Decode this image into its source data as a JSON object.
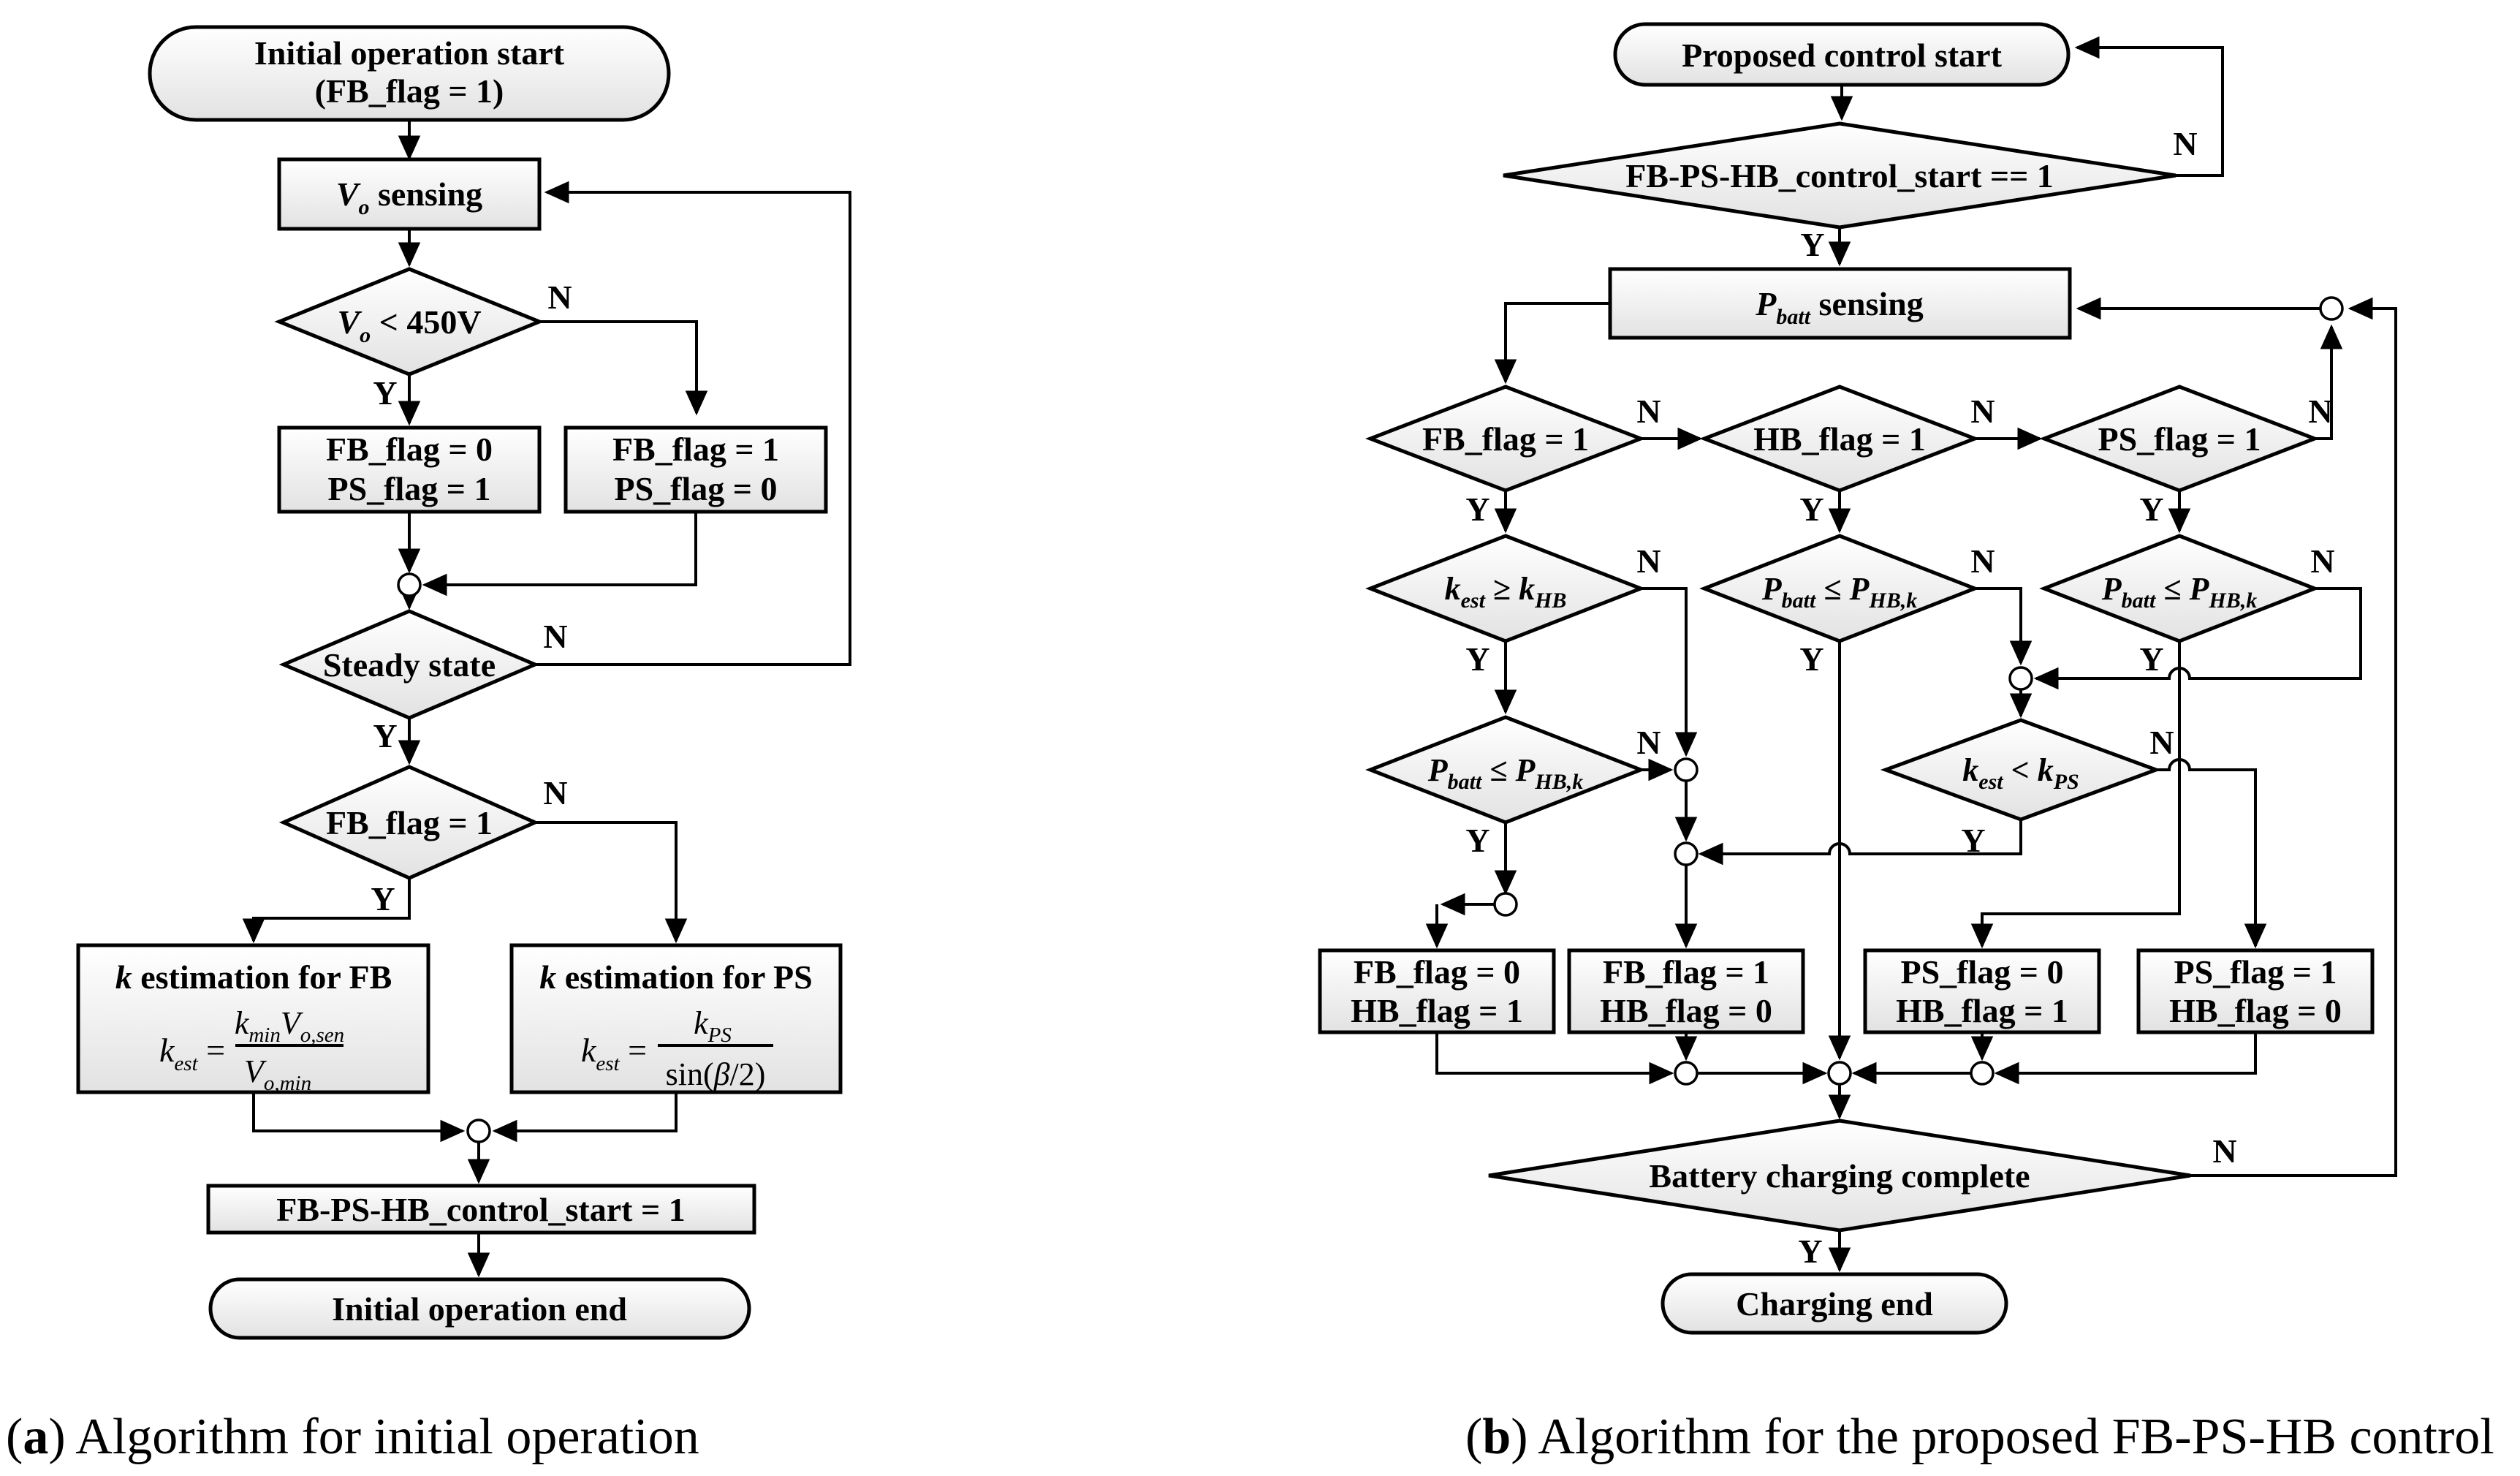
{
  "labels": {
    "yes": "Y",
    "no": "N"
  },
  "colors": {
    "background": "#ffffff",
    "line": "#000000",
    "shape_fill_top": "#ffffff",
    "shape_fill_bottom": "#e2e2e2",
    "text": "#000000"
  },
  "left": {
    "caption": {
      "open": "(",
      "tag": "a",
      "rest": ") Algorithm for initial operation"
    },
    "start": {
      "line1": "Initial operation start",
      "line2": "(FB_flag = 1)"
    },
    "vo_sensing": {
      "v": "V",
      "sub": "o",
      "rest": " sensing"
    },
    "vo_check": {
      "v": "V",
      "sub": "o",
      "rest": " < 450V"
    },
    "set_fb0": {
      "line1": "FB_flag = 0",
      "line2": "PS_flag = 1"
    },
    "set_fb1": {
      "line1": "FB_flag = 1",
      "line2": "PS_flag = 0"
    },
    "steady": "Steady state",
    "fb_check": "FB_flag = 1",
    "kfb": {
      "title_k": "k",
      "title_rest": " estimation for FB",
      "lhs": "k",
      "lhs_sub": "est",
      "eq": " =",
      "num1": "k",
      "num1_sub": "min",
      "num2": "V",
      "num2_sub": "o,sen",
      "den": "V",
      "den_sub": "o,min"
    },
    "kps": {
      "title_k": "k",
      "title_rest": " estimation for PS",
      "lhs": "k",
      "lhs_sub": "est",
      "eq": " =",
      "num": "k",
      "num_sub": "PS",
      "den_pre": "sin(",
      "den_beta": "β",
      "den_post": "/2)"
    },
    "control_start": "FB-PS-HB_control_start = 1",
    "end": "Initial operation end"
  },
  "right": {
    "caption": {
      "open": "(",
      "tag": "b",
      "rest": ") Algorithm for the proposed FB-PS-HB control"
    },
    "start": "Proposed control start",
    "cond_start": "FB-PS-HB_control_start == 1",
    "pbatt_sensing": {
      "p": "P",
      "sub": "batt",
      "rest": " sensing"
    },
    "fb_flag": "FB_flag = 1",
    "hb_flag": "HB_flag = 1",
    "ps_flag": "PS_flag = 1",
    "k_hb": {
      "a": "k",
      "a_sub": "est",
      "mid": " ≥ ",
      "b": "k",
      "b_sub": "HB"
    },
    "p_hbk": {
      "a": "P",
      "a_sub": "batt",
      "mid": " ≤ ",
      "b": "P",
      "b_sub": "HB,k"
    },
    "k_ps": {
      "a": "k",
      "a_sub": "est",
      "mid": " < ",
      "b": "k",
      "b_sub": "PS"
    },
    "set1": {
      "line1": "FB_flag = 0",
      "line2": "HB_flag = 1"
    },
    "set2": {
      "line1": "FB_flag = 1",
      "line2": "HB_flag = 0"
    },
    "set3": {
      "line1": "PS_flag = 0",
      "line2": "HB_flag = 1"
    },
    "set4": {
      "line1": "PS_flag = 1",
      "line2": "HB_flag = 0"
    },
    "battery": "Battery charging complete",
    "end": "Charging end"
  }
}
